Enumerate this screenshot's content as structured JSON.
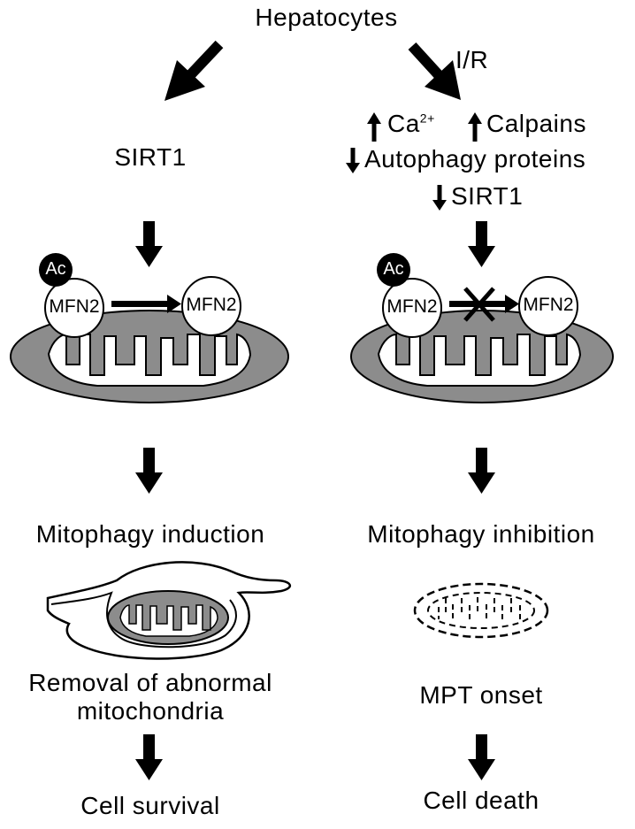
{
  "top": {
    "title": "Hepatocytes",
    "ir_label": "I/R"
  },
  "left": {
    "sirt1": "SIRT1",
    "ac_badge": "Ac",
    "mfn2_from": "MFN2",
    "mfn2_to": "MFN2",
    "outcome_1": "Mitophagy induction",
    "outcome_2_line1": "Removal of abnormal",
    "outcome_2_line2": "mitochondria",
    "final": "Cell survival"
  },
  "right": {
    "ca": "Ca",
    "ca_sup": "2+",
    "calpains": "Calpains",
    "autophagy": "Autophagy proteins",
    "sirt1": "SIRT1",
    "ac_badge": "Ac",
    "mfn2_from": "MFN2",
    "mfn2_to": "MFN2",
    "outcome_1": "Mitophagy inhibition",
    "outcome_2": "MPT onset",
    "final": "Cell death"
  },
  "colors": {
    "mito_fill": "#8c8c8c",
    "ink": "#000000",
    "paper": "#ffffff"
  }
}
